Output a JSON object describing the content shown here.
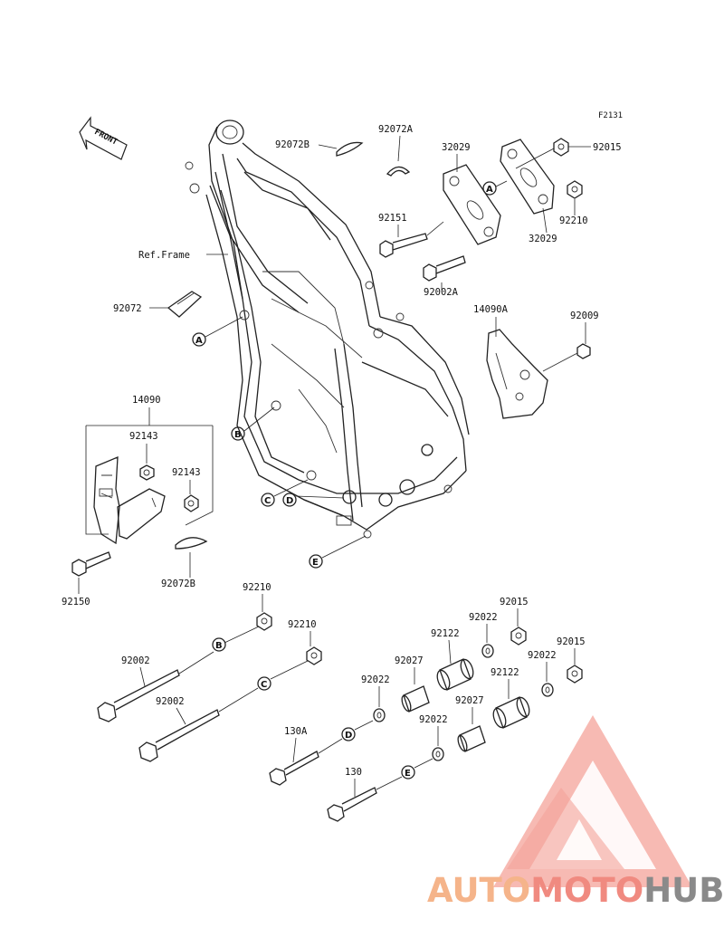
{
  "diagram_code": "F2131",
  "front_label": "FRONT",
  "ref_frame_label": "Ref.Frame",
  "part_labels": {
    "p92072B_top": "92072B",
    "p92072A": "92072A",
    "p32029_top": "32029",
    "p92015_top": "92015",
    "p92151": "92151",
    "p92210_top": "92210",
    "p32029_bottom": "32029",
    "p92002A": "92002A",
    "p92072": "92072",
    "p14090A": "14090A",
    "p92009": "92009",
    "p14090": "14090",
    "p92143_a": "92143",
    "p92143_b": "92143",
    "p92150": "92150",
    "p92072B_bottom": "92072B",
    "p92210_mid1": "92210",
    "p92210_mid2": "92210",
    "p92002_a": "92002",
    "p92002_b": "92002",
    "p92015_mid": "92015",
    "p92022_a": "92022",
    "p92122_a": "92122",
    "p92015_right": "92015",
    "p92027_a": "92027",
    "p92022_b": "92022",
    "p92022_c": "92022",
    "p92122_b": "92122",
    "p92027_b": "92027",
    "p130A": "130A",
    "p92022_d": "92022",
    "p130": "130"
  },
  "callouts": {
    "A": "A",
    "B": "B",
    "C": "C",
    "D": "D",
    "E": "E"
  },
  "watermark": {
    "part1": "AUTO",
    "part2": "MOTO",
    "part3": "HUB",
    "colors": {
      "orange": "#f5b48a",
      "salmon": "#f08a80",
      "grey": "#8a8a8a"
    }
  }
}
